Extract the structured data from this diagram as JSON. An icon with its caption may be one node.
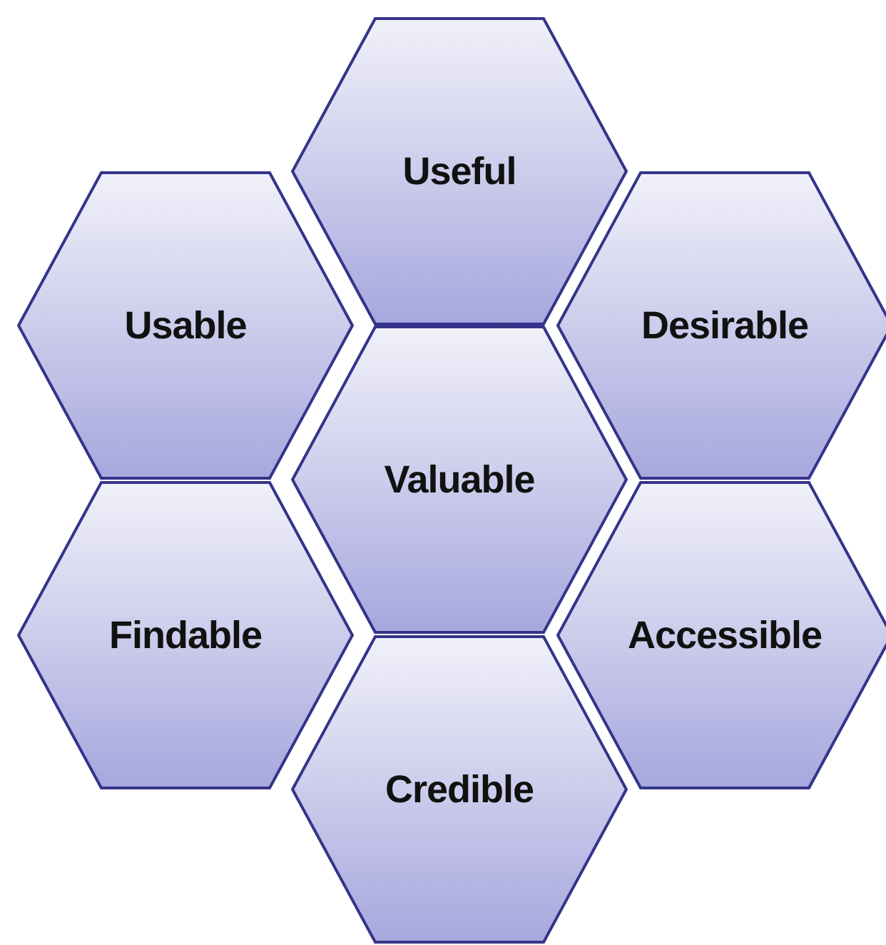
{
  "diagram": {
    "nodes": [
      {
        "text": [
          "Useful"
        ]
      },
      {
        "text": [
          "Usable"
        ]
      },
      {
        "text": [
          "Desirable"
        ]
      },
      {
        "text": [
          "Valuable"
        ]
      },
      {
        "text": [
          "Findable"
        ]
      },
      {
        "text": [
          "Accessible"
        ]
      },
      {
        "text": [
          "Credible"
        ]
      }
    ]
  }
}
